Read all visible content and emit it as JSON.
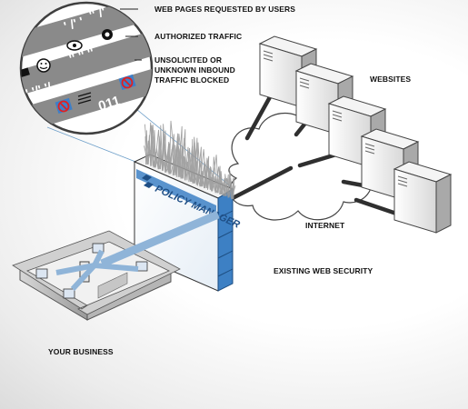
{
  "labels": {
    "requested": "WEB PAGES REQUESTED BY USERS",
    "authorized": "AUTHORIZED TRAFFIC",
    "blocked_l1": "UNSOLICITED OR",
    "blocked_l2": "UNKNOWN INBOUND",
    "blocked_l3": "TRAFFIC BLOCKED",
    "websites": "WEBSITES",
    "internet": "INTERNET",
    "existing": "EXISTING WEB SECURITY",
    "business": "YOUR BUSINESS"
  },
  "firewall": {
    "brand": "POLICY MANAGER"
  },
  "traffic_codes": {
    "left": "01",
    "right": "011"
  },
  "colors": {
    "firewall_blue": "#3d80c4",
    "traffic_beam": "#8fb4d8",
    "band": "#8a8a8a"
  }
}
